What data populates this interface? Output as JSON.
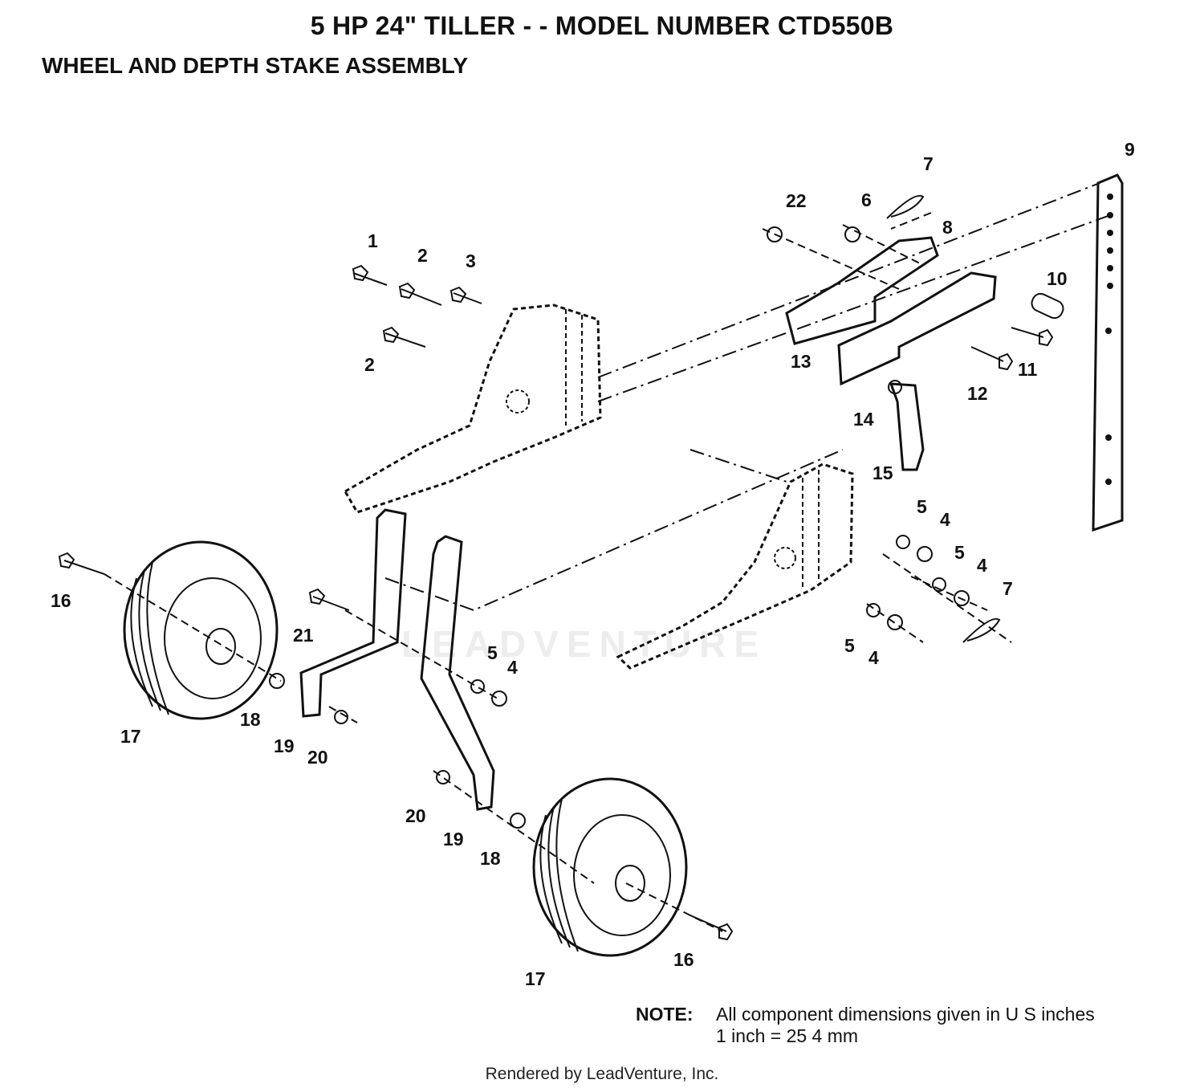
{
  "header": {
    "title": "5 HP 24\" TILLER - - MODEL NUMBER CTD550B",
    "subtitle": "WHEEL AND DEPTH STAKE ASSEMBLY"
  },
  "callouts": [
    "1",
    "2",
    "2",
    "3",
    "4",
    "4",
    "4",
    "4",
    "5",
    "5",
    "5",
    "5",
    "6",
    "7",
    "7",
    "8",
    "9",
    "10",
    "11",
    "12",
    "13",
    "14",
    "15",
    "16",
    "16",
    "17",
    "17",
    "18",
    "18",
    "19",
    "19",
    "20",
    "20",
    "21",
    "22"
  ],
  "note": {
    "label": "NOTE:",
    "line1": "All component dimensions given in U S  inches",
    "line2": "1 inch = 25 4 mm"
  },
  "watermark": "LEADVENTURE",
  "footer": "Rendered by LeadVenture, Inc."
}
